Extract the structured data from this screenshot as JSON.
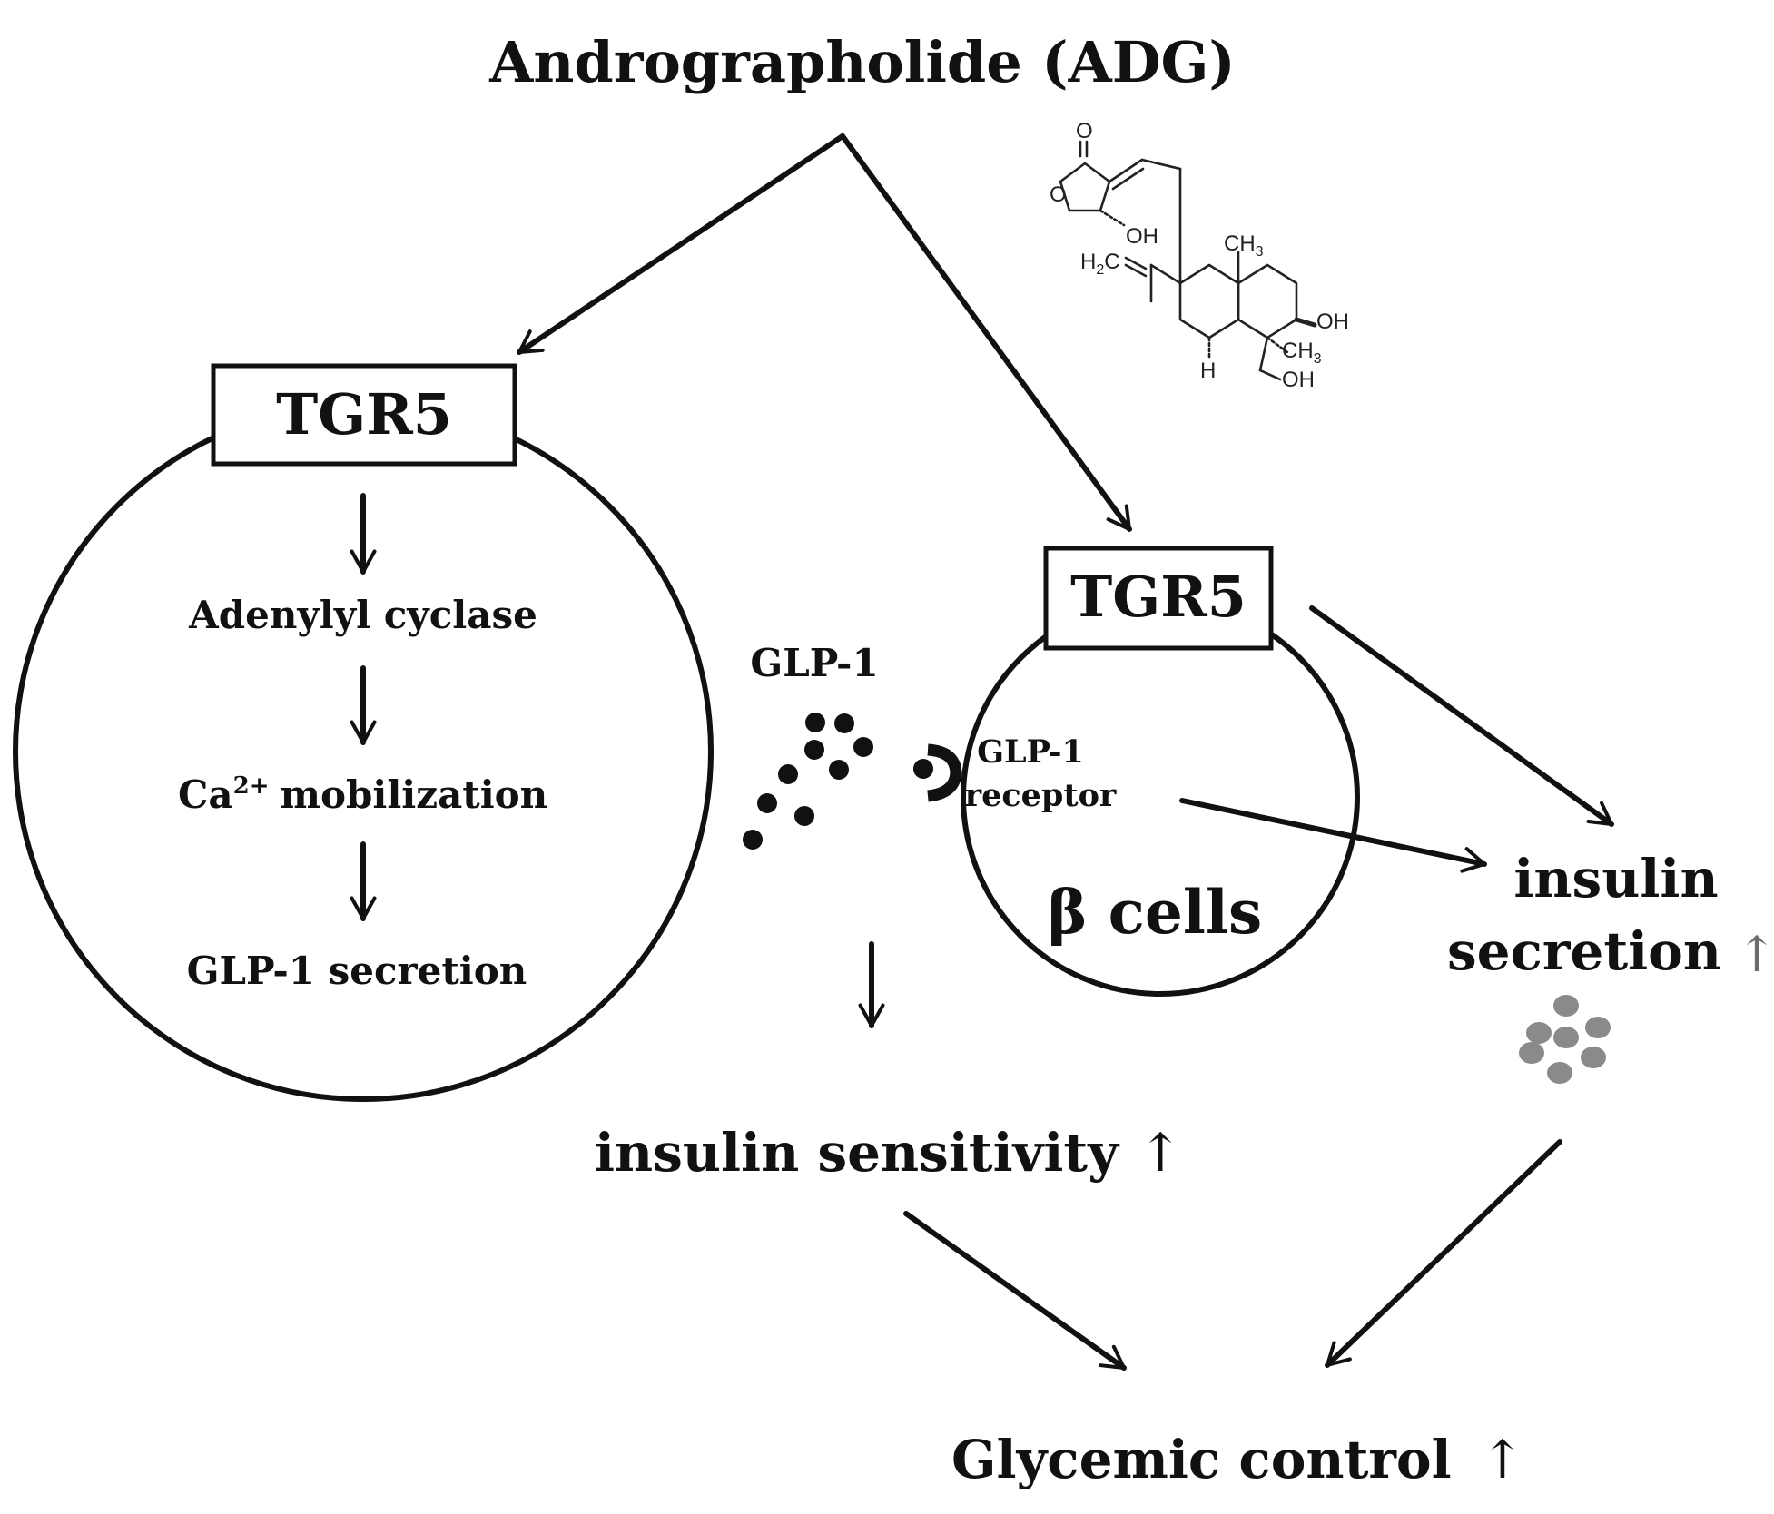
{
  "title": "Andrographolide (ADG)",
  "left_cell": {
    "receptor_label": "TGR5",
    "steps": [
      "Adenylyl cyclase",
      "mobilization",
      "GLP-1 secretion"
    ],
    "calcium_ion": "Ca",
    "calcium_charge": "2+"
  },
  "glp1_label": "GLP-1",
  "beta_cell": {
    "receptor_label": "TGR5",
    "glp1_receptor_line1": "GLP-1",
    "glp1_receptor_line2": "receptor",
    "name": "β cells"
  },
  "insulin_secretion_line1": "insulin",
  "insulin_secretion_line2": "secretion",
  "up_arrow": "↑",
  "insulin_sensitivity": "insulin sensitivity",
  "glycemic_control": "Glycemic control",
  "molecule_labels": {
    "carbonyl_o": "O",
    "ring_o": "O",
    "oh_top": "OH",
    "ch3_top": "CH",
    "ch3_top_sub": "3",
    "h2c": "H",
    "h2c_sub": "2",
    "h2c_c": "C",
    "oh_right": "OH",
    "h_bottom": "H",
    "ch3_bottom": "CH",
    "ch3_bottom_sub": "3",
    "oh_bottom": "OH"
  },
  "colors": {
    "ink": "#111111",
    "gray_arrow": "#6b6b6b",
    "insulin_granules": "#8a8a8a"
  }
}
